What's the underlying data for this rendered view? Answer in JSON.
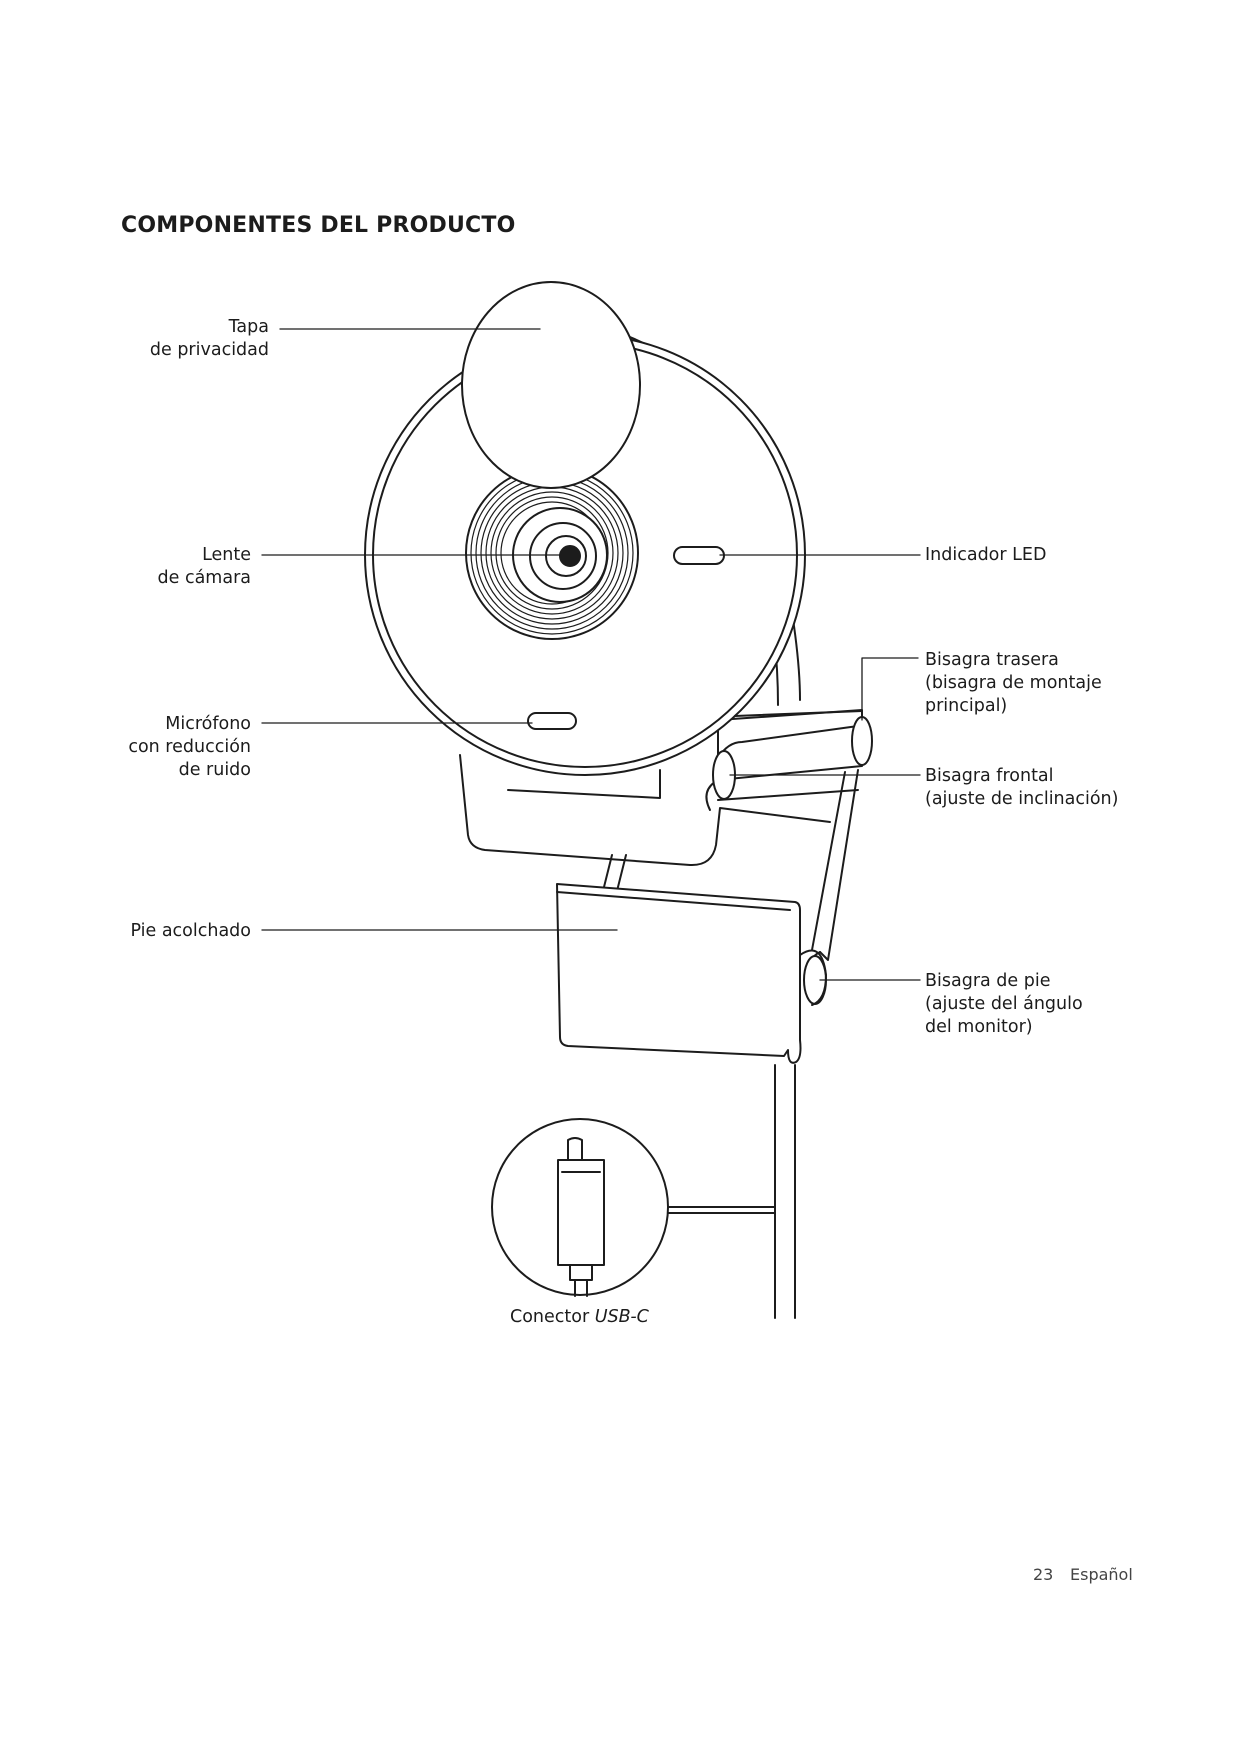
{
  "page": {
    "title": "COMPONENTES DEL PRODUCTO",
    "page_number": "23",
    "language": "Español"
  },
  "labels": {
    "privacy_cover": [
      "Tapa",
      "de privacidad"
    ],
    "camera_lens": [
      "Lente",
      "de cámara"
    ],
    "microphone": [
      "Micrófono",
      "con reducción",
      "de ruido"
    ],
    "padded_foot": [
      "Pie acolchado"
    ],
    "led_indicator": [
      "Indicador LED"
    ],
    "rear_hinge": [
      "Bisagra trasera",
      "(bisagra de montaje",
      "principal)"
    ],
    "front_hinge": [
      "Bisagra frontal",
      "(ajuste de inclinación)"
    ],
    "foot_hinge": [
      "Bisagra de pie",
      "(ajuste del ángulo",
      "del monitor)"
    ],
    "usb_connector_prefix": "Conector ",
    "usb_connector_type": "USB-C"
  }
}
